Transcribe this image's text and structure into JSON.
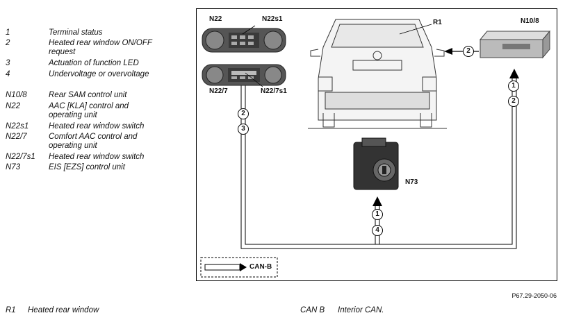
{
  "legend": [
    {
      "code": "1",
      "desc": "Terminal status"
    },
    {
      "code": "2",
      "desc": "Heated rear window ON/OFF request"
    },
    {
      "code": "3",
      "desc": "Actuation of function LED"
    },
    {
      "code": "4",
      "desc": "Undervoltage or overvoltage"
    },
    {
      "code": "N10/8",
      "desc": "Rear SAM control unit"
    },
    {
      "code": "N22",
      "desc": "AAC [KLA] control and operating unit"
    },
    {
      "code": "N22s1",
      "desc": "Heated rear window switch"
    },
    {
      "code": "N22/7",
      "desc": "Comfort AAC control and operating unit"
    },
    {
      "code": "N22/7s1",
      "desc": "Heated rear window switch"
    },
    {
      "code": "N73",
      "desc": "EIS [EZS] control unit"
    }
  ],
  "diagram": {
    "labels": {
      "n22": "N22",
      "n22s1": "N22s1",
      "n22_7": "N22/7",
      "n22_7s1": "N22/7s1",
      "r1": "R1",
      "n10_8": "N10/8",
      "n73": "N73",
      "canb": "CAN-B"
    },
    "signals": {
      "n10_8_out": "2",
      "n10_8_in_a": "1",
      "n10_8_in_b": "2",
      "n22_a": "2",
      "n22_b": "3",
      "n73_a": "1",
      "n73_b": "4"
    }
  },
  "reference": "P67.29-2050-06",
  "footer": {
    "r1_code": "R1",
    "r1_desc": "Heated rear window",
    "can_code": "CAN B",
    "can_desc": "Interior CAN."
  }
}
